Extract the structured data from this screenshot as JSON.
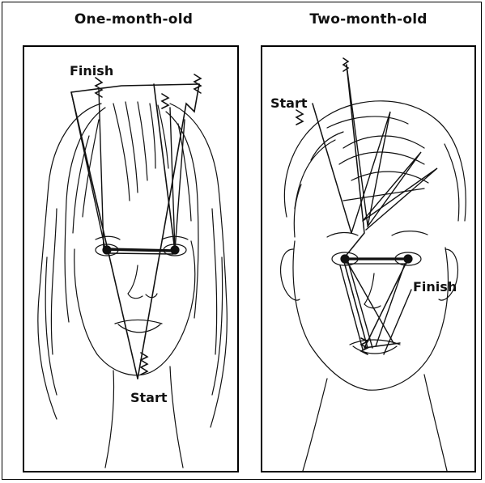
{
  "panels": {
    "left": {
      "heading": "One-month-old",
      "start_label": "Start",
      "finish_label": "Finish"
    },
    "right": {
      "heading": "Two-month-old",
      "start_label": "Start",
      "finish_label": "Finish"
    }
  },
  "colors": {
    "ink": "#111111",
    "paper": "#ffffff"
  }
}
